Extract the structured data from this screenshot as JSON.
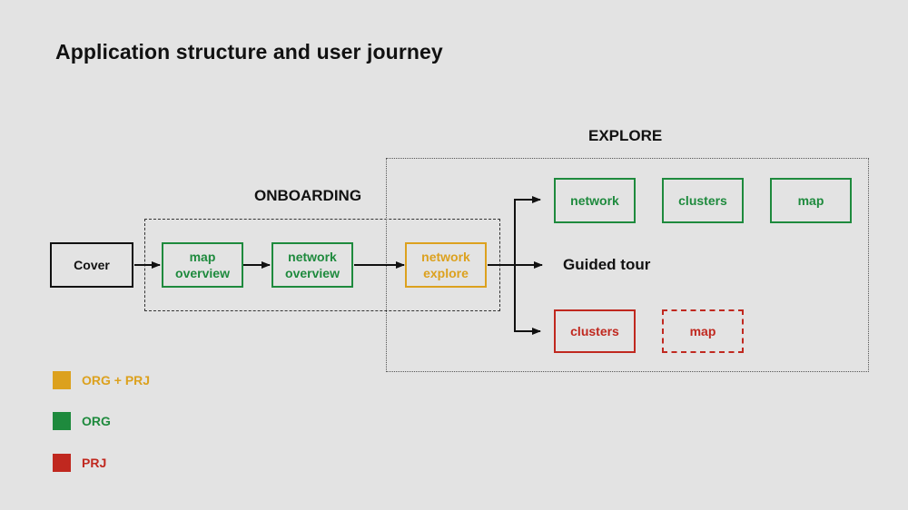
{
  "title": "Application structure and user journey",
  "sections": {
    "onboarding": "ONBOARDING",
    "explore": "EXPLORE"
  },
  "nodes": {
    "cover": "Cover",
    "map_overview": "map\noverview",
    "network_overview": "network\noverview",
    "network_explore": "network\nexplore",
    "org_network": "network",
    "org_clusters": "clusters",
    "org_map": "map",
    "prj_clusters": "clusters",
    "prj_map": "map"
  },
  "guided_tour": "Guided tour",
  "legend": [
    {
      "label": "ORG + PRJ",
      "color": "#dca11e"
    },
    {
      "label": "ORG",
      "color": "#1e8a3d"
    },
    {
      "label": "PRJ",
      "color": "#c0281f"
    }
  ],
  "colors": {
    "org_prj": "#dca11e",
    "org": "#1e8a3d",
    "prj": "#c0281f"
  }
}
